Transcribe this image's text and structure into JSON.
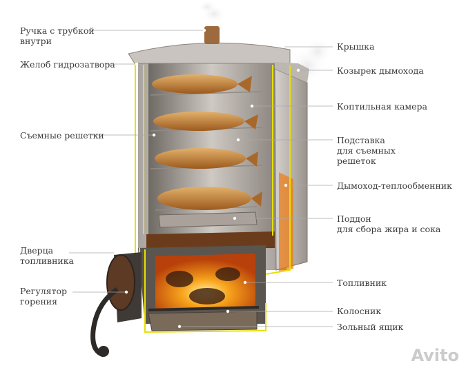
{
  "labels_left": [
    {
      "id": "handle",
      "lines": [
        "Ручка с трубкой",
        "внутри"
      ]
    },
    {
      "id": "groove",
      "lines": [
        "Желоб гидрозатвора"
      ]
    },
    {
      "id": "grates",
      "lines": [
        "Съемные решетки"
      ]
    },
    {
      "id": "door",
      "lines": [
        "Дверца",
        "топливника"
      ]
    },
    {
      "id": "regulator",
      "lines": [
        "Регулятор",
        "горения"
      ]
    }
  ],
  "labels_right": [
    {
      "id": "lid",
      "lines": [
        "Крышка"
      ]
    },
    {
      "id": "visor",
      "lines": [
        "Козырек дымохода"
      ]
    },
    {
      "id": "chamber",
      "lines": [
        "Коптильная камера"
      ]
    },
    {
      "id": "stand",
      "lines": [
        "Подставка",
        "для съемных",
        "решеток"
      ]
    },
    {
      "id": "chimney",
      "lines": [
        "Дымоход-теплообменник"
      ]
    },
    {
      "id": "tray",
      "lines": [
        "Поддон",
        "для сбора жира и сока"
      ]
    },
    {
      "id": "firebox",
      "lines": [
        "Топливник"
      ]
    },
    {
      "id": "grate",
      "lines": [
        "Колосник"
      ]
    },
    {
      "id": "ashbox",
      "lines": [
        "Зольный ящик"
      ]
    }
  ],
  "watermark": "Avito",
  "colors": {
    "outline": "#e6e000",
    "steel_light": "#d8d4d0",
    "steel_dark": "#7a7470",
    "fire": "#f07a10",
    "fish": "#c9853a",
    "leader": "#9a9a9a"
  }
}
